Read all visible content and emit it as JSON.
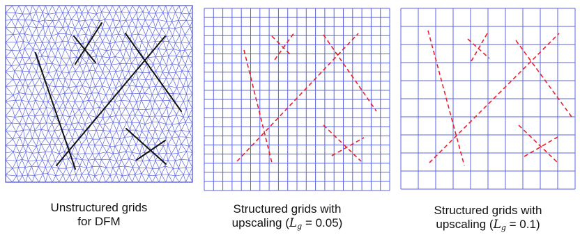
{
  "colors": {
    "grid": "#5b63e0",
    "fracture_black": "#111111",
    "fracture_red": "#e8202a"
  },
  "panels": [
    {
      "id": "unstructured",
      "caption_line1": "Unstructured grids",
      "caption_line2": "for DFM"
    },
    {
      "id": "structured-005",
      "caption_line1": "Structured grids with",
      "caption_line2_prefix": "upscaling (",
      "symbol": "L",
      "subscript": "g",
      "caption_line2_suffix": " = 0.05)"
    },
    {
      "id": "structured-01",
      "caption_line1": "Structured grids with",
      "caption_line2_prefix": "upscaling (",
      "symbol": "L",
      "subscript": "g",
      "caption_line2_suffix": " = 0.1)"
    }
  ]
}
